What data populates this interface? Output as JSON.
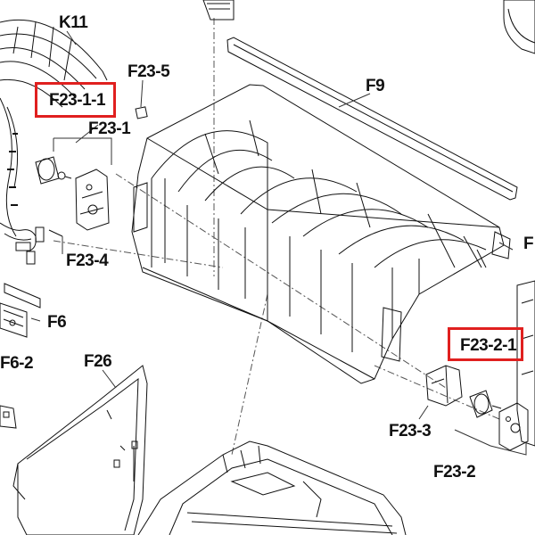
{
  "diagram": {
    "labels": {
      "k11": "K11",
      "f23_5": "F23-5",
      "f9": "F9",
      "f23_1_1": "F23-1-1",
      "f23_1": "F23-1",
      "f23_4": "F23-4",
      "f6": "F6",
      "f6_2": "F6-2",
      "f26": "F26",
      "f_right": "F",
      "f23_2_1": "F23-2-1",
      "f23_3": "F23-3",
      "f23_2": "F23-2"
    },
    "highlighted": [
      "F23-1-1",
      "F23-2-1"
    ],
    "colors": {
      "highlight": "#e0201f",
      "line": "#111111",
      "leader": "#333333"
    }
  }
}
